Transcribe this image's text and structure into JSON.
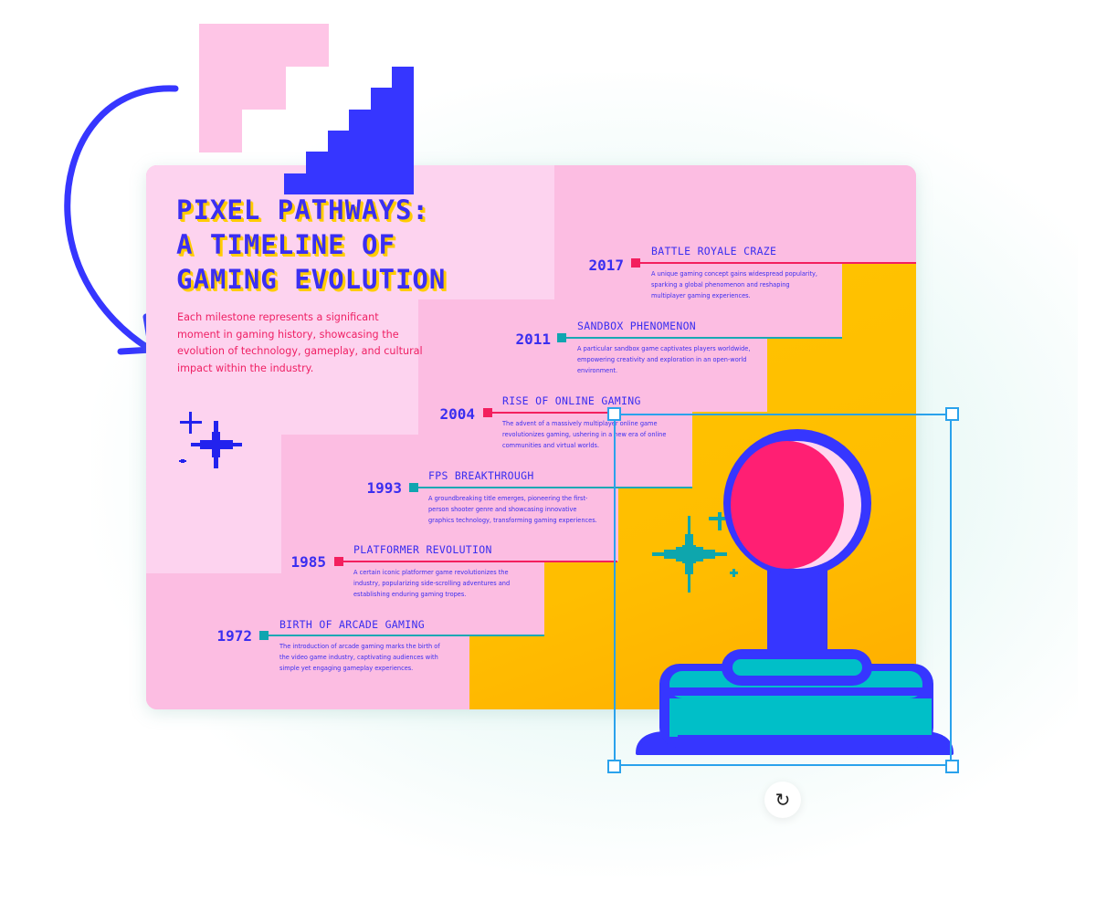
{
  "infographic": {
    "title": "PIXEL PATHWAYS:\nA TIMELINE OF\nGAMING EVOLUTION",
    "intro": "Each milestone represents a significant moment in gaming history, showcasing the evolution of technology, gameplay, and cultural impact within the industry.",
    "events": [
      {
        "year": "2017",
        "title": "BATTLE ROYALE CRAZE",
        "description": "A unique gaming concept gains widespread popularity, sparking a global phenomenon and reshaping multiplayer gaming experiences.",
        "color": "#f31f5e"
      },
      {
        "year": "2011",
        "title": "SANDBOX PHENOMENON",
        "description": "A particular sandbox game captivates players worldwide, empowering creativity and exploration in an open-world environment.",
        "color": "#10a5b0"
      },
      {
        "year": "2004",
        "title": "RISE OF ONLINE GAMING",
        "description": "The advent of a massively multiplayer online game revolutionizes gaming, ushering in a new era of online communities and virtual worlds.",
        "color": "#f31f5e"
      },
      {
        "year": "1993",
        "title": "FPS BREAKTHROUGH",
        "description": "A groundbreaking title emerges, pioneering the first-person shooter genre and showcasing innovative graphics technology, transforming gaming experiences.",
        "color": "#10a5b0"
      },
      {
        "year": "1985",
        "title": "PLATFORMER REVOLUTION",
        "description": "A certain iconic platformer game revolutionizes the industry, popularizing side-scrolling adventures and establishing enduring gaming tropes.",
        "color": "#f31f5e"
      },
      {
        "year": "1972",
        "title": "BIRTH OF ARCADE GAMING",
        "description": "The introduction of arcade gaming marks the birth of the video game industry, captivating audiences with simple yet engaging gameplay experiences.",
        "color": "#10a5b0"
      }
    ]
  },
  "selection": {
    "element": "joystick-illustration",
    "rotate_icon": "↻"
  },
  "colors": {
    "blue": "#3636ff",
    "pink_accent": "#f31f5e",
    "teal": "#10a5b0",
    "yellow": "#ffc400",
    "selection": "#2aa2ec"
  }
}
